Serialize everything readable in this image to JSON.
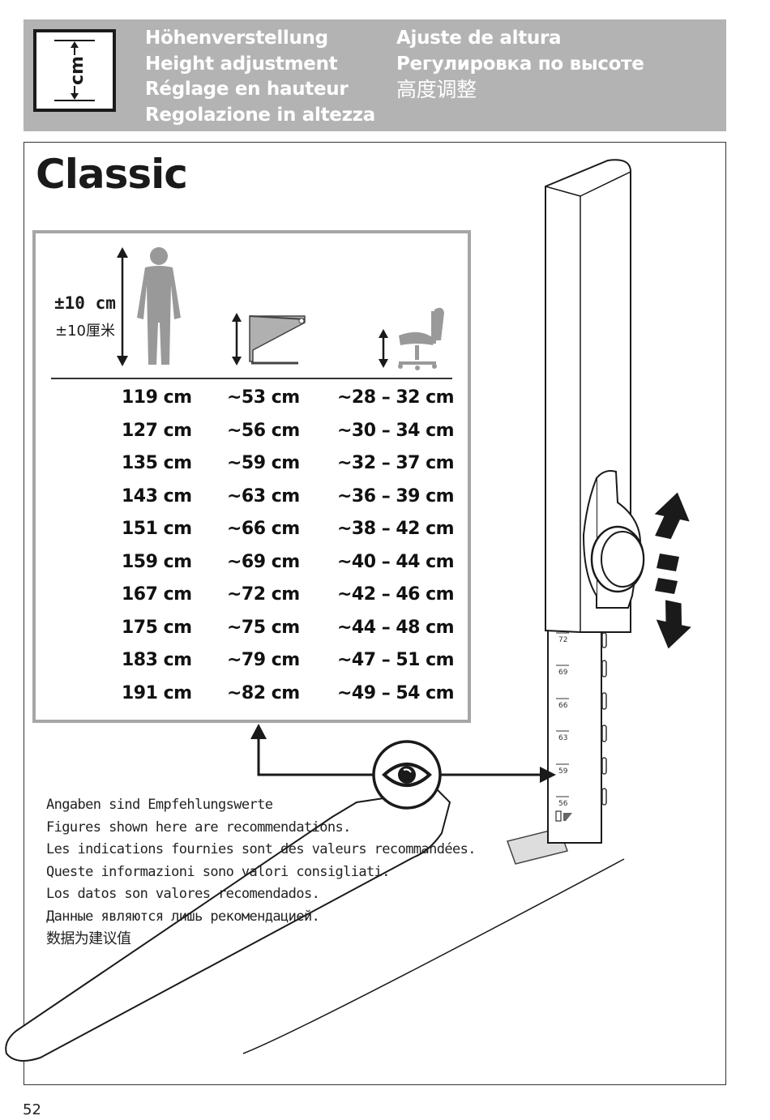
{
  "header": {
    "icon_label": "cm",
    "titles_left": [
      "Höhenverstellung",
      "Height adjustment",
      "Réglage en hauteur",
      "Regolazione in altezza"
    ],
    "titles_right": [
      "Ajuste de altura",
      "Регулировка по высоте",
      "高度调整"
    ]
  },
  "model_name": "Classic",
  "table": {
    "range_label": "±10 cm",
    "range_label_cn": "±10厘米",
    "rows": [
      {
        "height": "119 cm",
        "desk": "~53 cm",
        "chair": "~28 – 32 cm"
      },
      {
        "height": "127 cm",
        "desk": "~56 cm",
        "chair": "~30 – 34 cm"
      },
      {
        "height": "135 cm",
        "desk": "~59 cm",
        "chair": "~32 – 37 cm"
      },
      {
        "height": "143 cm",
        "desk": "~63 cm",
        "chair": "~36 – 39 cm"
      },
      {
        "height": "151 cm",
        "desk": "~66 cm",
        "chair": "~38 – 42 cm"
      },
      {
        "height": "159 cm",
        "desk": "~69 cm",
        "chair": "~40 – 44 cm"
      },
      {
        "height": "167 cm",
        "desk": "~72 cm",
        "chair": "~42 – 46 cm"
      },
      {
        "height": "175 cm",
        "desk": "~75 cm",
        "chair": "~44 – 48 cm"
      },
      {
        "height": "183 cm",
        "desk": "~79 cm",
        "chair": "~47 – 51 cm"
      },
      {
        "height": "191 cm",
        "desk": "~82 cm",
        "chair": "~49 – 54 cm"
      }
    ]
  },
  "scale_marks": [
    "72",
    "69",
    "66",
    "63",
    "59",
    "56"
  ],
  "notes": [
    "Angaben sind Empfehlungswerte",
    "Figures shown here are recommendations.",
    "Les indications fournies sont des valeurs recommandées.",
    "Queste informazioni sono valori consigliati.",
    "Los datos son valores recomendados.",
    "Данные являются лишь рекомендацией.",
    "数据为建议值"
  ],
  "page_number": "52",
  "colors": {
    "header_bg": "#b3b3b3",
    "table_border": "#a6a6a6",
    "figure_gray": "#999999"
  }
}
